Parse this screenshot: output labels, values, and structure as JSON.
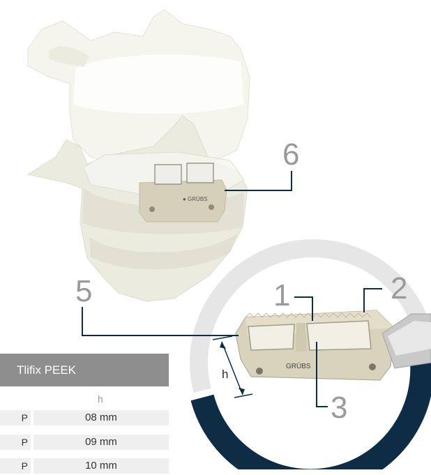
{
  "callouts": {
    "c1": "1",
    "c2": "2",
    "c3": "3",
    "c5": "5",
    "c6": "6"
  },
  "dimension_label": "h",
  "implant_brand": "GRÜBS",
  "table": {
    "title": "Tlifix PEEK",
    "column_header": "h",
    "rows": [
      {
        "cut": "P",
        "value": "08 mm"
      },
      {
        "cut": "P",
        "value": "09 mm"
      },
      {
        "cut": "P",
        "value": "10 mm"
      }
    ]
  },
  "colors": {
    "ring_navy": "#0f2c45",
    "ring_gray": "#e6e6e6",
    "bone": "#efeee3",
    "implant": "#d9d2bd",
    "leader": "#0f2c45",
    "callout_text": "#9a9a9a",
    "table_header_bg": "#8e8e8e",
    "table_row_bg": "#efefef"
  }
}
